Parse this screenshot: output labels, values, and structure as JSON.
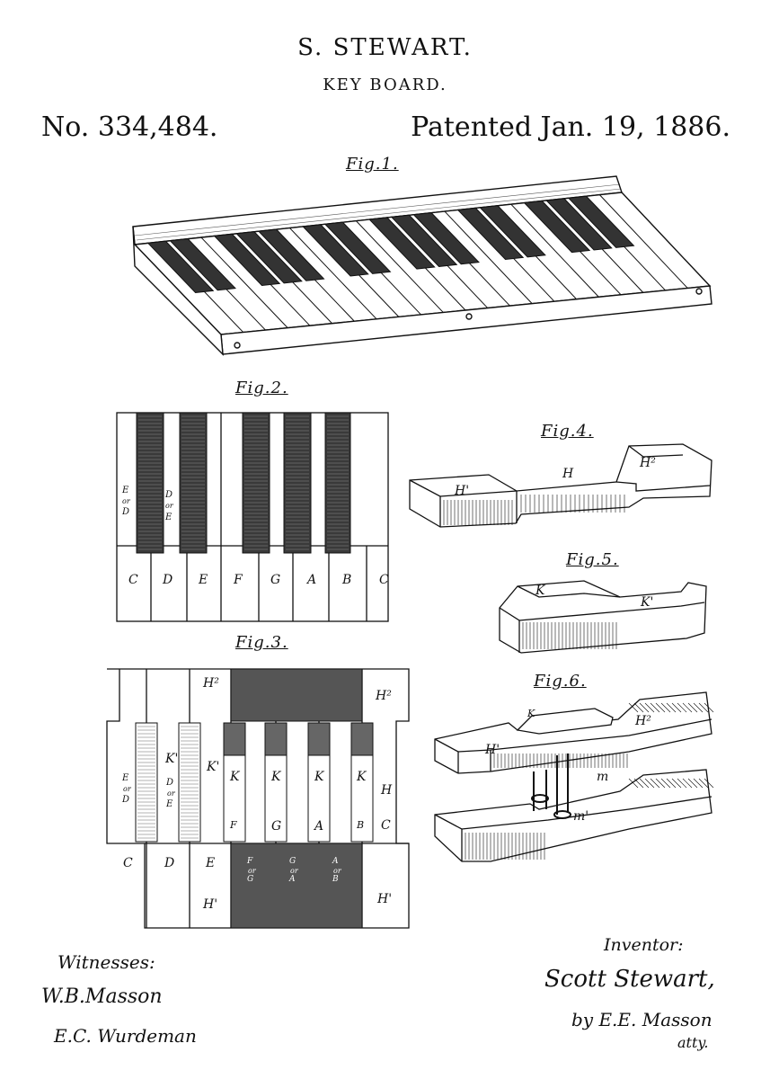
{
  "header": {
    "inventor": "S. STEWART.",
    "title": "KEY BOARD.",
    "patent_number": "No. 334,484.",
    "patent_date": "Patented Jan. 19, 1886."
  },
  "figures": {
    "fig1": "Fig.1.",
    "fig2": "Fig.2.",
    "fig3": "Fig.3.",
    "fig4": "Fig.4.",
    "fig5": "Fig.5.",
    "fig6": "Fig.6."
  },
  "fig2_labels": {
    "white_keys": [
      "C",
      "D",
      "E",
      "F",
      "G",
      "A",
      "B",
      "C"
    ],
    "sharp1": [
      "E",
      "or",
      "D"
    ],
    "sharp2": [
      "D",
      "or",
      "E"
    ]
  },
  "fig3_labels": {
    "bottom_keys": [
      "C",
      "D",
      "E"
    ],
    "k": [
      "K",
      "K",
      "K",
      "K"
    ],
    "k_prime": [
      "K'",
      "K'"
    ],
    "h2": [
      "H²",
      "H²"
    ],
    "h": "H",
    "c": "C",
    "h_prime": [
      "H'",
      "H'"
    ],
    "upper_keys": [
      "F",
      "G",
      "A",
      "B"
    ],
    "sharps": [
      [
        "F",
        "or",
        "G"
      ],
      [
        "G",
        "or",
        "A"
      ],
      [
        "A",
        "or",
        "B"
      ]
    ],
    "left_sharps": [
      [
        "E",
        "or",
        "D"
      ],
      [
        "D",
        "or",
        "E"
      ]
    ]
  },
  "fig4_labels": {
    "h_prime": "H'",
    "h": "H",
    "h2": "H²"
  },
  "fig5_labels": {
    "k": "K",
    "k_prime": "K'"
  },
  "fig6_labels": {
    "h_prime": "H'",
    "k": "K",
    "h2": "H²",
    "m": "m",
    "m_prime": "m'"
  },
  "footer": {
    "witnesses_label": "Witnesses:",
    "witness1": "W.B.Masson",
    "witness2": "E.C. Wurdeman",
    "inventor_label": "Inventor:",
    "inventor_signature": "Scott Stewart,",
    "by_attorney": "by E.E. Masson",
    "atty": "atty."
  }
}
